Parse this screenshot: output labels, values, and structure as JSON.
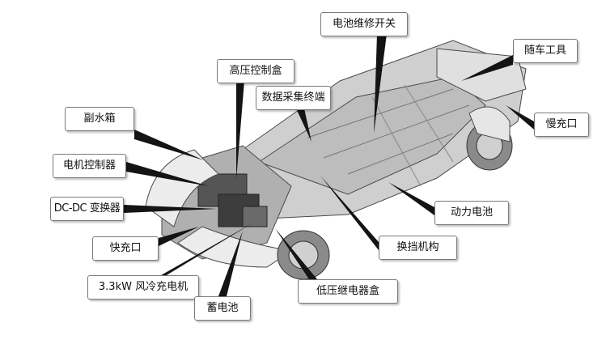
{
  "labels": {
    "battery_service_switch": "电池维修开关",
    "onboard_tools": "随车工具",
    "high_voltage_box": "高压控制盒",
    "data_collection_terminal": "数据采集终端",
    "slow_charge_port": "慢充口",
    "auxiliary_tank": "副水箱",
    "motor_controller": "电机控制器",
    "dcdc_converter": "DC-DC 变换器",
    "power_battery": "动力电池",
    "fast_charge_port": "快充口",
    "shift_mechanism": "换挡机构",
    "air_cooled_charger": "3.3kW 风冷充电机",
    "low_voltage_relay_box": "低压继电器盒",
    "storage_battery": "蓄电池"
  }
}
